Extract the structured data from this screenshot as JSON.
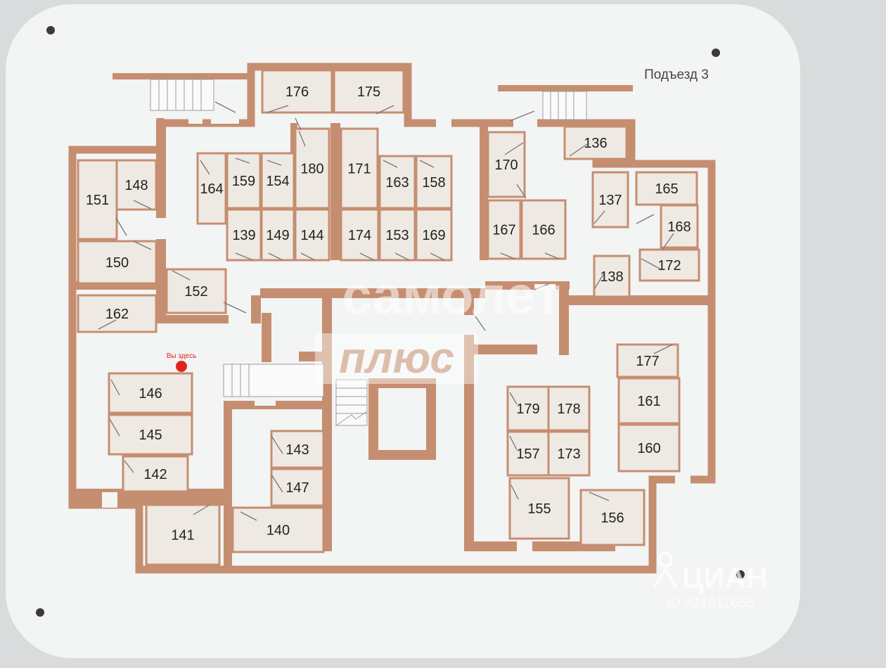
{
  "sign": {
    "entrance_label": "Подъезд 3",
    "you_are_here": "Вы здесь"
  },
  "colors": {
    "wall": "#c58e70",
    "room_fill": "#efe9e3",
    "plate": "#f3f4f4",
    "background": "#d9dbdc",
    "marker": "#e0261c",
    "text": "#222222"
  },
  "watermarks": {
    "brand_line1": "самолет",
    "brand_line2": "плюс",
    "cian_name": "ЦИАН",
    "cian_id": "ID 321611655"
  },
  "storage_rooms": [
    {
      "number": "176"
    },
    {
      "number": "175"
    },
    {
      "number": "136"
    },
    {
      "number": "148"
    },
    {
      "number": "151"
    },
    {
      "number": "164"
    },
    {
      "number": "159"
    },
    {
      "number": "154"
    },
    {
      "number": "180"
    },
    {
      "number": "171"
    },
    {
      "number": "163"
    },
    {
      "number": "158"
    },
    {
      "number": "170"
    },
    {
      "number": "165"
    },
    {
      "number": "137"
    },
    {
      "number": "168"
    },
    {
      "number": "139"
    },
    {
      "number": "149"
    },
    {
      "number": "144"
    },
    {
      "number": "174"
    },
    {
      "number": "153"
    },
    {
      "number": "169"
    },
    {
      "number": "167"
    },
    {
      "number": "166"
    },
    {
      "number": "150"
    },
    {
      "number": "172"
    },
    {
      "number": "138"
    },
    {
      "number": "152"
    },
    {
      "number": "162"
    },
    {
      "number": "177"
    },
    {
      "number": "146"
    },
    {
      "number": "161"
    },
    {
      "number": "179"
    },
    {
      "number": "178"
    },
    {
      "number": "145"
    },
    {
      "number": "160"
    },
    {
      "number": "143"
    },
    {
      "number": "157"
    },
    {
      "number": "173"
    },
    {
      "number": "142"
    },
    {
      "number": "147"
    },
    {
      "number": "155"
    },
    {
      "number": "156"
    },
    {
      "number": "141"
    },
    {
      "number": "140"
    }
  ]
}
